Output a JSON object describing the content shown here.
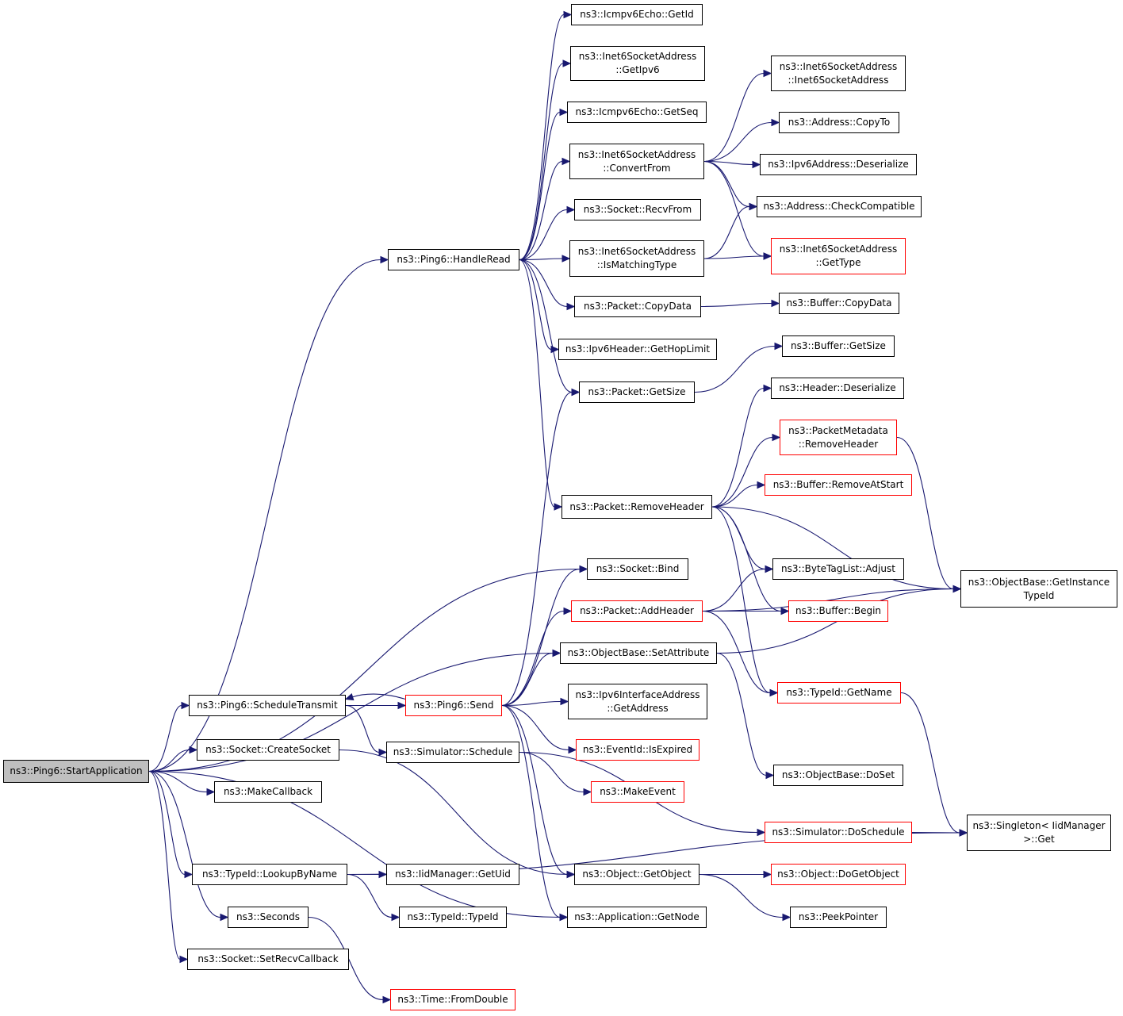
{
  "nodes": [
    {
      "id": "start",
      "lines": [
        "ns3::Ping6::StartApplication"
      ],
      "border": "black",
      "root": true
    },
    {
      "id": "handleread",
      "lines": [
        "ns3::Ping6::HandleRead"
      ],
      "border": "black"
    },
    {
      "id": "icmpid",
      "lines": [
        "ns3::Icmpv6Echo::GetId"
      ],
      "border": "black"
    },
    {
      "id": "getipv6",
      "lines": [
        "ns3::Inet6SocketAddress",
        "::GetIpv6"
      ],
      "border": "black"
    },
    {
      "id": "icmpseq",
      "lines": [
        "ns3::Icmpv6Echo::GetSeq"
      ],
      "border": "black"
    },
    {
      "id": "convertfrom",
      "lines": [
        "ns3::Inet6SocketAddress",
        "::ConvertFrom"
      ],
      "border": "black"
    },
    {
      "id": "recvfrom",
      "lines": [
        "ns3::Socket::RecvFrom"
      ],
      "border": "black"
    },
    {
      "id": "ismatching",
      "lines": [
        "ns3::Inet6SocketAddress",
        "::IsMatchingType"
      ],
      "border": "black"
    },
    {
      "id": "pktcopydata",
      "lines": [
        "ns3::Packet::CopyData"
      ],
      "border": "black"
    },
    {
      "id": "hoplimit",
      "lines": [
        "ns3::Ipv6Header::GetHopLimit"
      ],
      "border": "black"
    },
    {
      "id": "pktgetsize",
      "lines": [
        "ns3::Packet::GetSize"
      ],
      "border": "black"
    },
    {
      "id": "i6sactor",
      "lines": [
        "ns3::Inet6SocketAddress",
        "::Inet6SocketAddress"
      ],
      "border": "black"
    },
    {
      "id": "addrcopyto",
      "lines": [
        "ns3::Address::CopyTo"
      ],
      "border": "black"
    },
    {
      "id": "ipv6deser",
      "lines": [
        "ns3::Ipv6Address::Deserialize"
      ],
      "border": "black"
    },
    {
      "id": "checkcompat",
      "lines": [
        "ns3::Address::CheckCompatible"
      ],
      "border": "black"
    },
    {
      "id": "i6sagettype",
      "lines": [
        "ns3::Inet6SocketAddress",
        "::GetType"
      ],
      "border": "red"
    },
    {
      "id": "bufcopydata",
      "lines": [
        "ns3::Buffer::CopyData"
      ],
      "border": "black"
    },
    {
      "id": "bufgetsize",
      "lines": [
        "ns3::Buffer::GetSize"
      ],
      "border": "black"
    },
    {
      "id": "headerdeser",
      "lines": [
        "ns3::Header::Deserialize"
      ],
      "border": "black"
    },
    {
      "id": "pmremovehdr",
      "lines": [
        "ns3::PacketMetadata",
        "::RemoveHeader"
      ],
      "border": "red"
    },
    {
      "id": "bufremoveatstart",
      "lines": [
        "ns3::Buffer::RemoveAtStart"
      ],
      "border": "red"
    },
    {
      "id": "pktremovehdr",
      "lines": [
        "ns3::Packet::RemoveHeader"
      ],
      "border": "black"
    },
    {
      "id": "bytetagadjust",
      "lines": [
        "ns3::ByteTagList::Adjust"
      ],
      "border": "black"
    },
    {
      "id": "getinstance",
      "lines": [
        "ns3::ObjectBase::GetInstance",
        "TypeId"
      ],
      "border": "black"
    },
    {
      "id": "socketbind",
      "lines": [
        "ns3::Socket::Bind"
      ],
      "border": "black"
    },
    {
      "id": "pktaddhdr",
      "lines": [
        "ns3::Packet::AddHeader"
      ],
      "border": "red"
    },
    {
      "id": "bufbegin",
      "lines": [
        "ns3::Buffer::Begin"
      ],
      "border": "red"
    },
    {
      "id": "setattr",
      "lines": [
        "ns3::ObjectBase::SetAttribute"
      ],
      "border": "black"
    },
    {
      "id": "typeidgetname",
      "lines": [
        "ns3::TypeId::GetName"
      ],
      "border": "red"
    },
    {
      "id": "schedtransmit",
      "lines": [
        "ns3::Ping6::ScheduleTransmit"
      ],
      "border": "black"
    },
    {
      "id": "ping6send",
      "lines": [
        "ns3::Ping6::Send"
      ],
      "border": "red"
    },
    {
      "id": "ifaddrget",
      "lines": [
        "ns3::Ipv6InterfaceAddress",
        "::GetAddress"
      ],
      "border": "black"
    },
    {
      "id": "createsocket",
      "lines": [
        "ns3::Socket::CreateSocket"
      ],
      "border": "black"
    },
    {
      "id": "simschedule",
      "lines": [
        "ns3::Simulator::Schedule"
      ],
      "border": "black"
    },
    {
      "id": "eventexpired",
      "lines": [
        "ns3::EventId::IsExpired"
      ],
      "border": "red"
    },
    {
      "id": "makecallback",
      "lines": [
        "ns3::MakeCallback"
      ],
      "border": "black"
    },
    {
      "id": "makeevent",
      "lines": [
        "ns3::MakeEvent"
      ],
      "border": "red"
    },
    {
      "id": "dosetob",
      "lines": [
        "ns3::ObjectBase::DoSet"
      ],
      "border": "black"
    },
    {
      "id": "simdoschedule",
      "lines": [
        "ns3::Simulator::DoSchedule"
      ],
      "border": "red"
    },
    {
      "id": "singletonget",
      "lines": [
        "ns3::Singleton< IidManager",
        ">::Get"
      ],
      "border": "black"
    },
    {
      "id": "lookupbyname",
      "lines": [
        "ns3::TypeId::LookupByName"
      ],
      "border": "black"
    },
    {
      "id": "iidgetuid",
      "lines": [
        "ns3::IidManager::GetUid"
      ],
      "border": "black"
    },
    {
      "id": "objgetobject",
      "lines": [
        "ns3::Object::GetObject"
      ],
      "border": "black"
    },
    {
      "id": "objdogetobject",
      "lines": [
        "ns3::Object::DoGetObject"
      ],
      "border": "red"
    },
    {
      "id": "seconds",
      "lines": [
        "ns3::Seconds"
      ],
      "border": "black"
    },
    {
      "id": "typeidctor",
      "lines": [
        "ns3::TypeId::TypeId"
      ],
      "border": "black"
    },
    {
      "id": "appgetnode",
      "lines": [
        "ns3::Application::GetNode"
      ],
      "border": "black"
    },
    {
      "id": "peekpointer",
      "lines": [
        "ns3::PeekPointer"
      ],
      "border": "black"
    },
    {
      "id": "setrecvcb",
      "lines": [
        "ns3::Socket::SetRecvCallback"
      ],
      "border": "black"
    },
    {
      "id": "timefromdouble",
      "lines": [
        "ns3::Time::FromDouble"
      ],
      "border": "red"
    }
  ],
  "edges": [
    [
      "start",
      "handleread"
    ],
    [
      "start",
      "socketbind"
    ],
    [
      "start",
      "setattr"
    ],
    [
      "start",
      "schedtransmit"
    ],
    [
      "start",
      "createsocket"
    ],
    [
      "start",
      "makecallback"
    ],
    [
      "start",
      "appgetnode"
    ],
    [
      "start",
      "lookupbyname"
    ],
    [
      "start",
      "seconds"
    ],
    [
      "start",
      "setrecvcb"
    ],
    [
      "handleread",
      "icmpid"
    ],
    [
      "handleread",
      "getipv6"
    ],
    [
      "handleread",
      "icmpseq"
    ],
    [
      "handleread",
      "convertfrom"
    ],
    [
      "handleread",
      "recvfrom"
    ],
    [
      "handleread",
      "ismatching"
    ],
    [
      "handleread",
      "pktcopydata"
    ],
    [
      "handleread",
      "hoplimit"
    ],
    [
      "handleread",
      "pktgetsize"
    ],
    [
      "handleread",
      "pktremovehdr"
    ],
    [
      "convertfrom",
      "i6sactor"
    ],
    [
      "convertfrom",
      "addrcopyto"
    ],
    [
      "convertfrom",
      "ipv6deser"
    ],
    [
      "convertfrom",
      "checkcompat"
    ],
    [
      "convertfrom",
      "i6sagettype"
    ],
    [
      "ismatching",
      "checkcompat"
    ],
    [
      "ismatching",
      "i6sagettype"
    ],
    [
      "pktcopydata",
      "bufcopydata"
    ],
    [
      "pktgetsize",
      "bufgetsize"
    ],
    [
      "pktremovehdr",
      "headerdeser"
    ],
    [
      "pktremovehdr",
      "pmremovehdr"
    ],
    [
      "pktremovehdr",
      "bufremoveatstart"
    ],
    [
      "pktremovehdr",
      "getinstance"
    ],
    [
      "pktremovehdr",
      "bytetagadjust"
    ],
    [
      "pktremovehdr",
      "bufbegin"
    ],
    [
      "pktremovehdr",
      "typeidgetname"
    ],
    [
      "pmremovehdr",
      "getinstance"
    ],
    [
      "pktaddhdr",
      "bytetagadjust"
    ],
    [
      "pktaddhdr",
      "bufbegin"
    ],
    [
      "pktaddhdr",
      "getinstance"
    ],
    [
      "pktaddhdr",
      "typeidgetname"
    ],
    [
      "setattr",
      "getinstance"
    ],
    [
      "setattr",
      "dosetob"
    ],
    [
      "typeidgetname",
      "singletonget"
    ],
    [
      "schedtransmit",
      "ping6send"
    ],
    [
      "schedtransmit",
      "simschedule"
    ],
    [
      "ping6send",
      "schedtransmit"
    ],
    [
      "ping6send",
      "pktgetsize"
    ],
    [
      "ping6send",
      "socketbind"
    ],
    [
      "ping6send",
      "pktaddhdr"
    ],
    [
      "ping6send",
      "setattr"
    ],
    [
      "ping6send",
      "ifaddrget"
    ],
    [
      "ping6send",
      "eventexpired"
    ],
    [
      "ping6send",
      "objgetobject"
    ],
    [
      "ping6send",
      "appgetnode"
    ],
    [
      "createsocket",
      "objgetobject"
    ],
    [
      "simschedule",
      "makeevent"
    ],
    [
      "simschedule",
      "simdoschedule"
    ],
    [
      "simdoschedule",
      "singletonget"
    ],
    [
      "lookupbyname",
      "iidgetuid"
    ],
    [
      "lookupbyname",
      "typeidctor"
    ],
    [
      "lookupbyname",
      "singletonget"
    ],
    [
      "objgetobject",
      "objdogetobject"
    ],
    [
      "objgetobject",
      "peekpointer"
    ],
    [
      "seconds",
      "timefromdouble"
    ]
  ],
  "colors": {
    "edge": "#191970",
    "root_fill": "#bfbfbf",
    "red_border": "#ff0000",
    "black_border": "#000000"
  }
}
